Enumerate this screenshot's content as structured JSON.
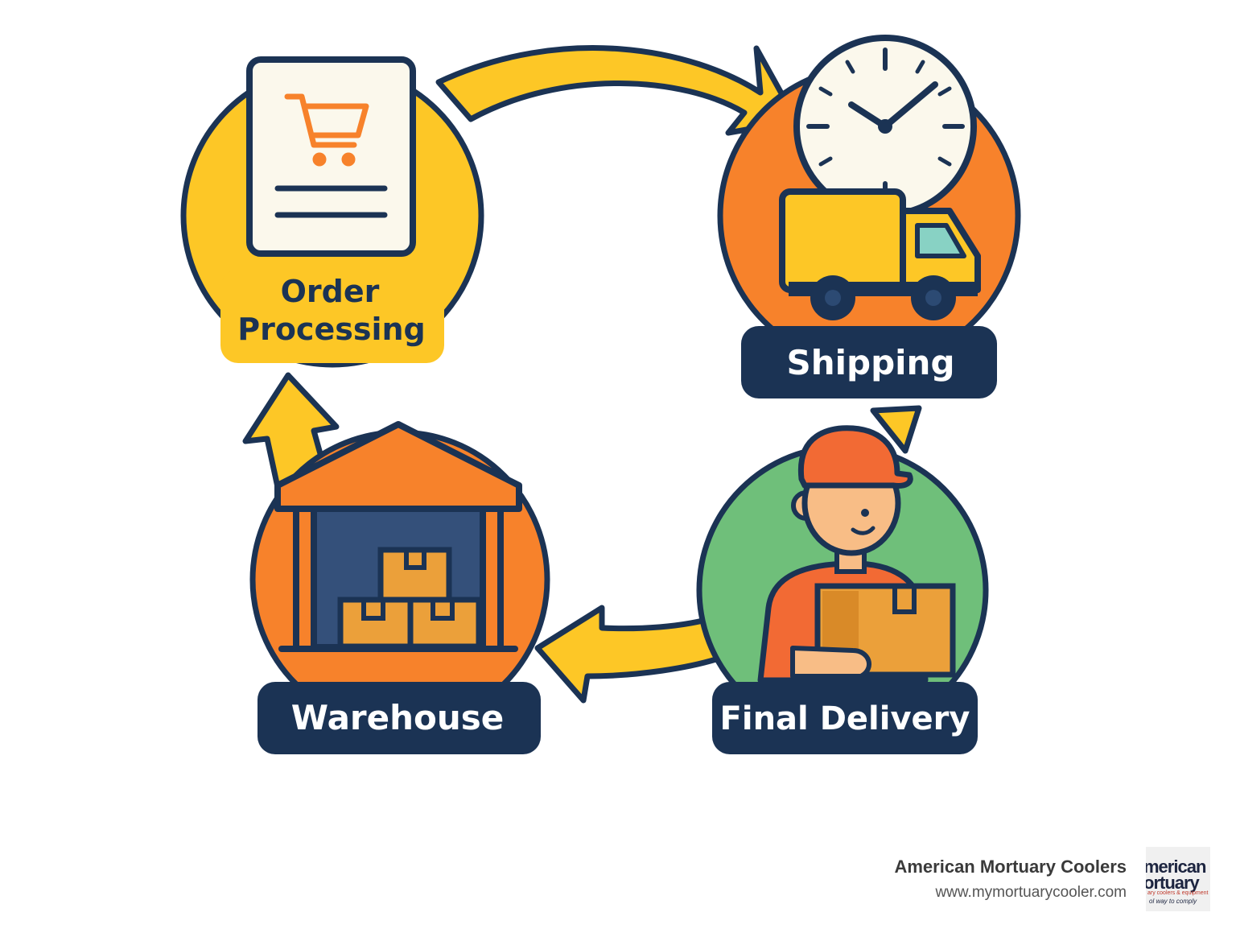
{
  "nodes": {
    "order_processing": {
      "line1": "Order",
      "line2": "Processing"
    },
    "shipping": {
      "label": "Shipping"
    },
    "final_delivery": {
      "label": "Final Delivery"
    },
    "warehouse": {
      "label": "Warehouse"
    }
  },
  "colors": {
    "navy": "#1b3354",
    "yellow": "#fdc726",
    "orange": "#f7822b",
    "green": "#6fbf7a",
    "cream": "#fbf8ec",
    "box": "#eba03a",
    "teal": "#88d2c4",
    "skin": "#f8bd86"
  },
  "footer": {
    "company": "American Mortuary Coolers",
    "url": "www.mymortuarycooler.com"
  },
  "logo": {
    "line1": "merican",
    "line2": "ortuary",
    "line3": "ary coolers & equipment",
    "line4": "ol way to comply"
  }
}
